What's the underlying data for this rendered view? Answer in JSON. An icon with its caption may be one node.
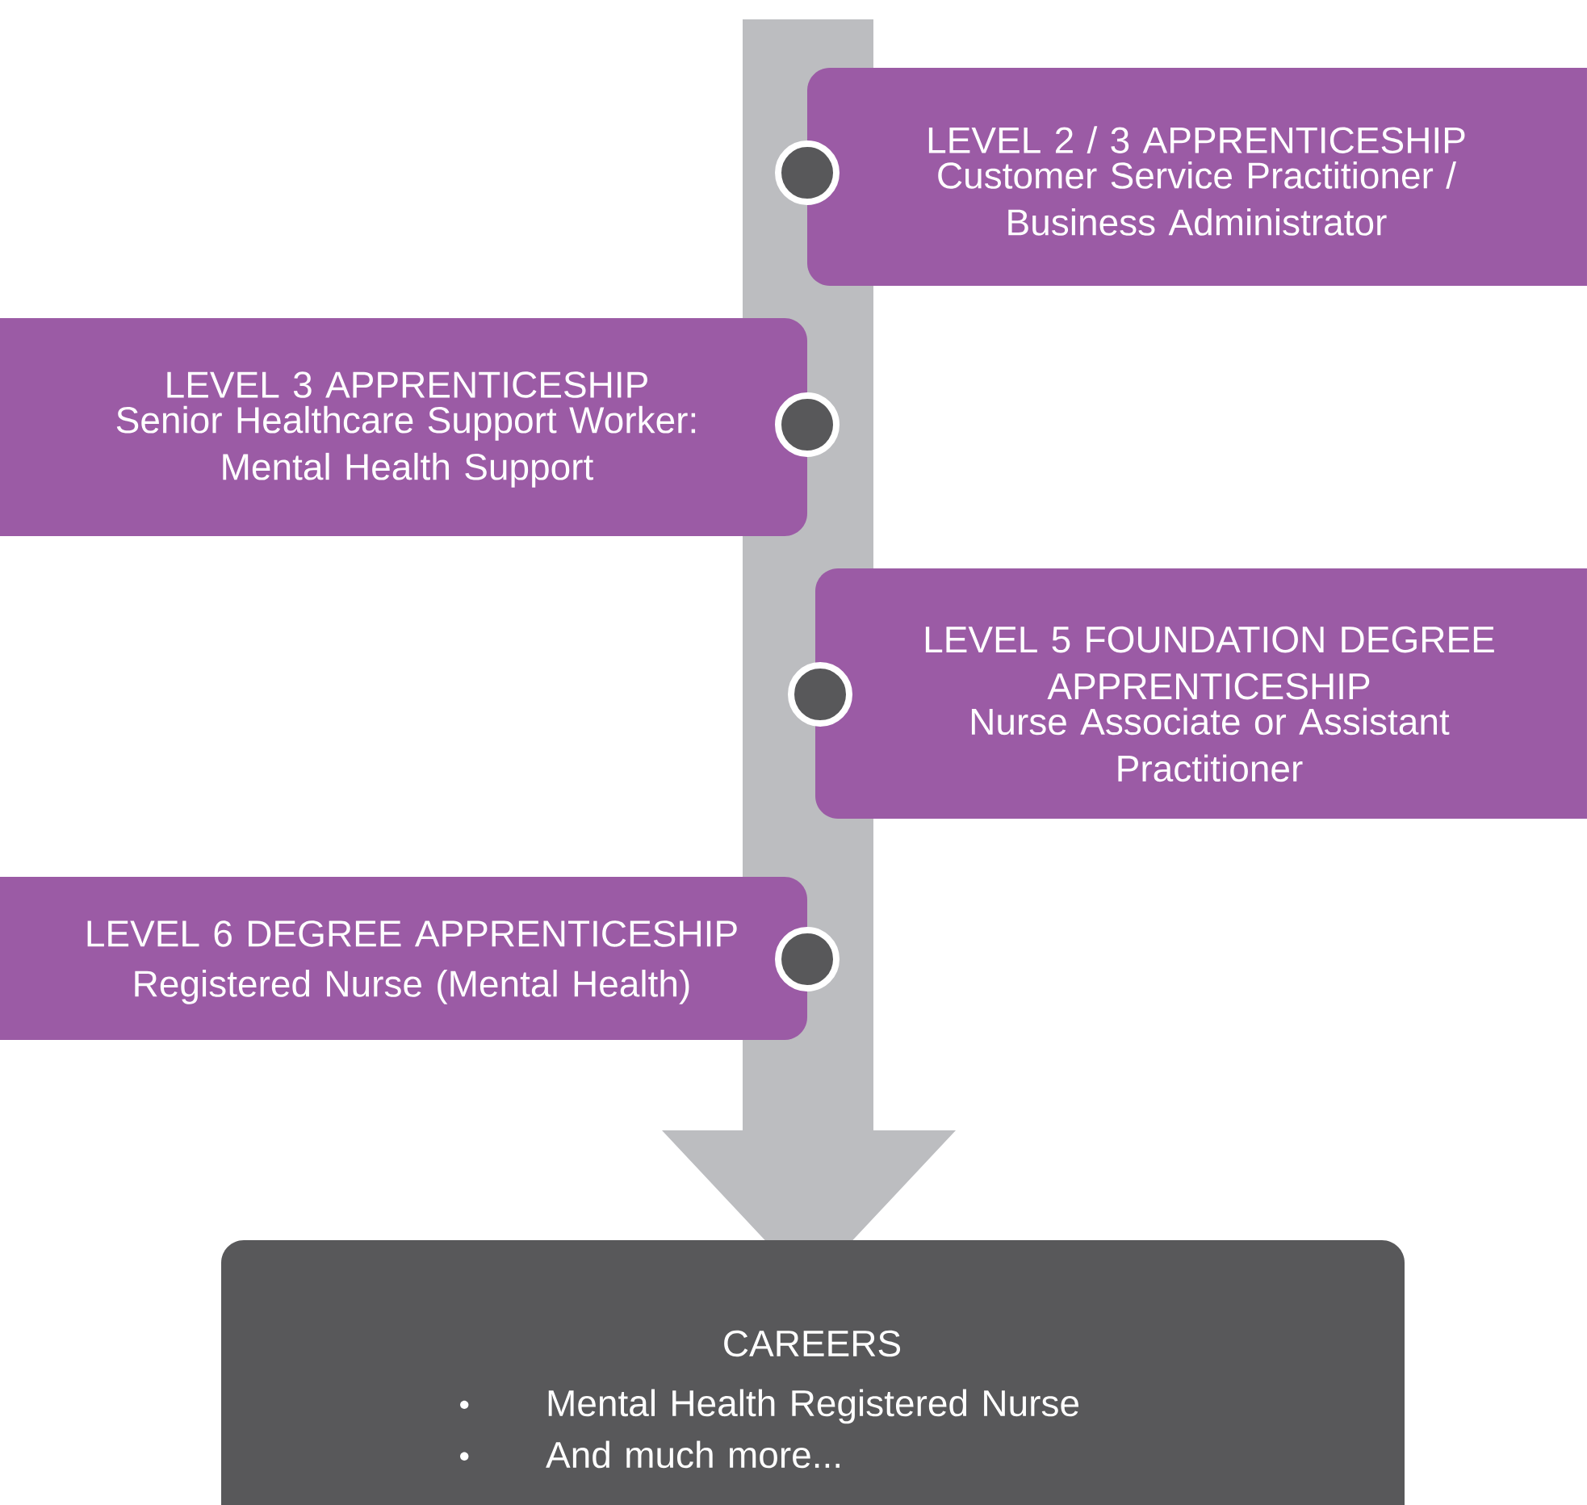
{
  "diagram": {
    "nodes": [
      {
        "text": [
          "LEVEL 2 / 3 APPRENTICESHIP",
          "Customer Service Practitioner / Business Administrator"
        ]
      },
      {
        "text": [
          "LEVEL 3 APPRENTICESHIP",
          "Senior Healthcare Support Worker: Mental Health Support"
        ]
      },
      {
        "text": [
          "LEVEL 5 FOUNDATION DEGREE APPRENTICESHIP",
          "Nurse Associate or Assistant Practitioner"
        ]
      },
      {
        "text": [
          "LEVEL 6 DEGREE APPRENTICESHIP",
          "Registered Nurse (Mental Health)"
        ]
      },
      {
        "text": [
          "CAREERS",
          "Mental Health Registered Nurse",
          "And much more..."
        ]
      }
    ]
  }
}
